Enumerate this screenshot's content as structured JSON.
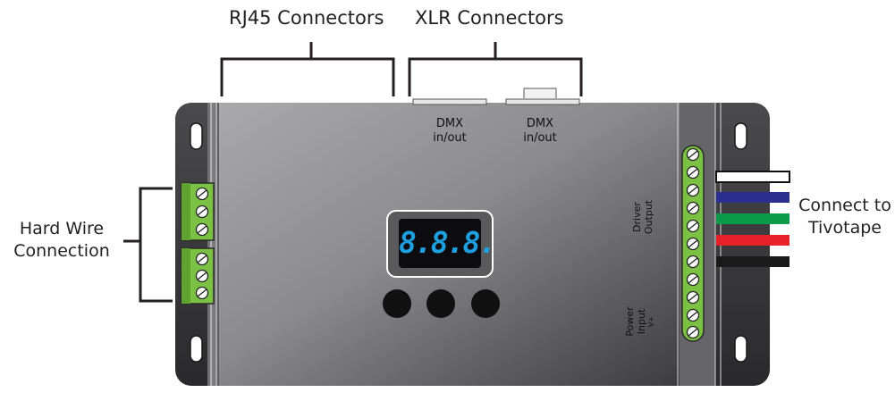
{
  "labels": {
    "rj45": "RJ45 Connectors",
    "xlr": "XLR Connectors",
    "hard_wire_line1": "Hard Wire",
    "hard_wire_line2": "Connection",
    "connect_line1": "Connect to",
    "connect_line2": "Tivotape",
    "dmx1_line1": "DMX",
    "dmx1_line2": "in/out",
    "dmx2_line1": "DMX",
    "dmx2_line2": "in/out",
    "driver_line1": "Driver",
    "driver_line2": "Output",
    "power_line1": "Power",
    "power_line2": "Input",
    "power_line3": "V+"
  },
  "display": {
    "digits": "8.8.8."
  },
  "wire_colors": [
    "#ffffff",
    "#2b2f8f",
    "#0a9a4a",
    "#e8202a",
    "#1a1a1a"
  ],
  "colors": {
    "terminal_green": "#7bc143",
    "display_digit": "#1e9fe0",
    "housing_dark": "#3a3a3c"
  }
}
